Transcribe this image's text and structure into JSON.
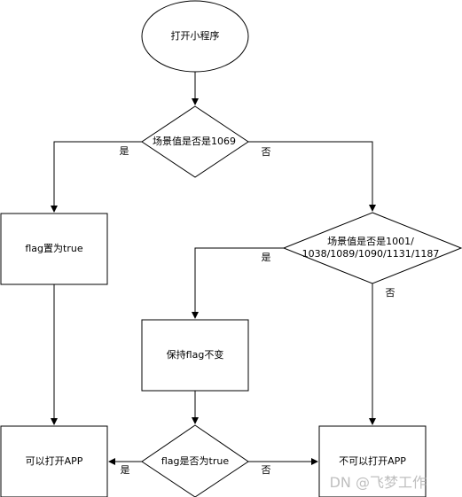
{
  "diagram": {
    "nodes": {
      "start": "打开小程序",
      "decision1": "场景值是否是1069",
      "flag_true": "flag置为true",
      "decision2_line1": "场景值是否是1001/",
      "decision2_line2": "1038/1089/1090/1131/1187",
      "keep_flag": "保持flag不变",
      "can_open": "可以打开APP",
      "decision3": "flag是否为true",
      "cannot_open": "不可以打开APP"
    },
    "edges": {
      "d1_yes": "是",
      "d1_no": "否",
      "d2_yes": "是",
      "d2_no": "否",
      "d3_yes": "是",
      "d3_no": "否"
    }
  },
  "watermark": "DN @飞梦工作"
}
